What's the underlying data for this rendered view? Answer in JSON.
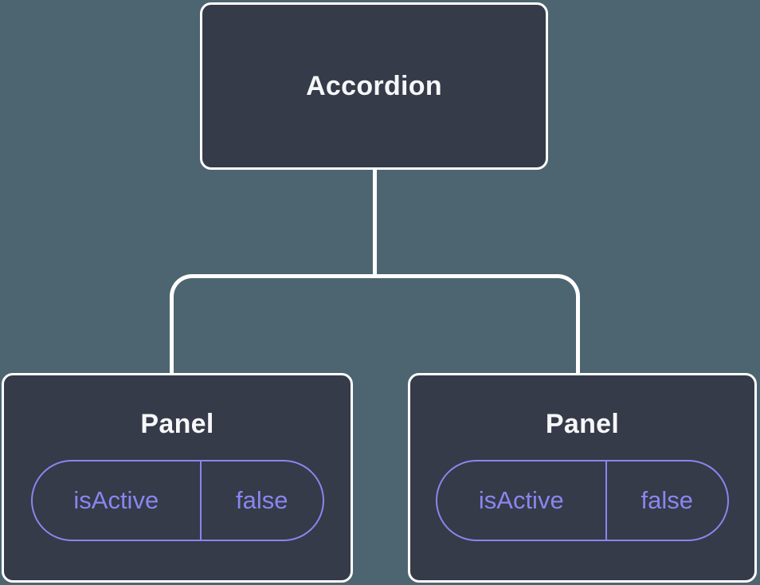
{
  "diagram": {
    "type": "component-tree",
    "tree": {
      "root": {
        "label": "Accordion"
      },
      "children": [
        {
          "label": "Panel",
          "state": {
            "name": "isActive",
            "value": "false"
          }
        },
        {
          "label": "Panel",
          "state": {
            "name": "isActive",
            "value": "false"
          }
        }
      ]
    },
    "colors": {
      "background": "#4D6570",
      "node_fill": "#353B48",
      "node_border": "#FFFFFF",
      "connector": "#FFFFFF",
      "node_text": "#F6F7F9",
      "state_accent": "#8986F0"
    }
  }
}
